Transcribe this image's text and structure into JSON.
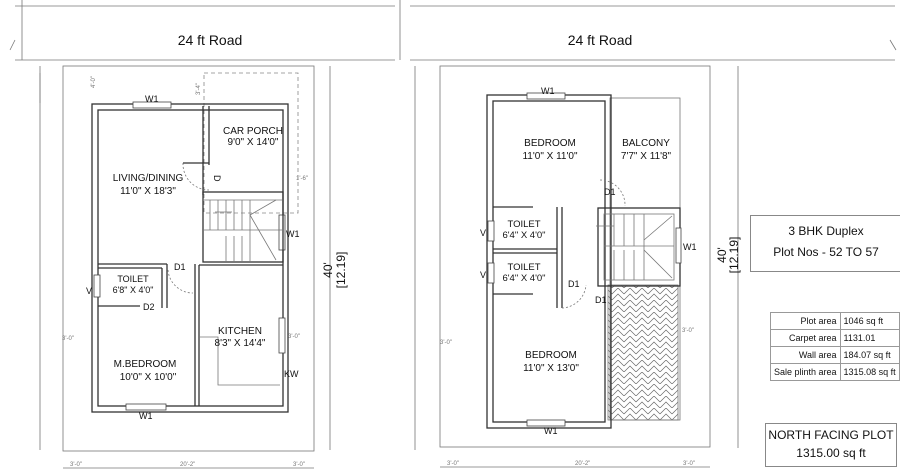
{
  "roads": {
    "left": "24 ft Road",
    "right": "24 ft Road"
  },
  "ground_floor": {
    "rooms": [
      {
        "name": "CAR PORCH",
        "size": "9'0\" X 14'0\""
      },
      {
        "name": "LIVING/DINING",
        "size": "11'0\" X 18'3\""
      },
      {
        "name": "TOILET",
        "size": "6'8\" X 4'0\""
      },
      {
        "name": "KITCHEN",
        "size": "8'3\" X 14'4\""
      },
      {
        "name": "M.BEDROOM",
        "size": "10'0\" X 10'0\""
      }
    ],
    "tags": {
      "w1_top": "W1",
      "w1_right": "W1",
      "w1_bottom": "W1",
      "d": "D",
      "d1": "D1",
      "d2": "D2",
      "v": "V",
      "kw": "KW"
    },
    "height_dim": "40'",
    "height_dim_m": "[12.19]",
    "dims": {
      "left": "3'-0\"",
      "bottom_left": "3'-0\"",
      "bottom_mid": "20'-2\"",
      "bottom_right": "3'-0\"",
      "right_kitchen": "3'-0\"",
      "top_left": "4'-0\"",
      "top_mid": "3'-4\"",
      "porch_side": "1'-6\""
    }
  },
  "first_floor": {
    "rooms": [
      {
        "name": "BEDROOM",
        "size": "11'0\" X 11'0\""
      },
      {
        "name": "BALCONY",
        "size": "7'7\" X 11'8\""
      },
      {
        "name": "TOILET",
        "size": "6'4\" X 4'0\""
      },
      {
        "name": "TOILET",
        "size": "6'4\" X 4'0\""
      },
      {
        "name": "BEDROOM",
        "size": "11'0\" X 13'0\""
      }
    ],
    "tags": {
      "w1_top": "W1",
      "w1_right": "W1",
      "w1_bottom": "W1",
      "d1_a": "D1",
      "d1_b": "D1",
      "d1_c": "D1",
      "v1": "V",
      "v2": "V"
    },
    "height_dim": "40'",
    "height_dim_m": "[12.19]",
    "dims": {
      "left": "3'-0\"",
      "bottom_left": "3'-0\"",
      "bottom_mid": "20'-2\"",
      "bottom_right": "3'-0\"",
      "right": "3'-0\""
    }
  },
  "title_box": {
    "line1": "3 BHK Duplex",
    "line2": "Plot Nos - 52 TO 57"
  },
  "area_table": [
    {
      "label": "Plot area",
      "value": "1046 sq ft"
    },
    {
      "label": "Carpet area",
      "value": "1131.01"
    },
    {
      "label": "Wall area",
      "value": "184.07 sq ft"
    },
    {
      "label": "Sale plinth area",
      "value": "1315.08 sq ft"
    }
  ],
  "facing_box": {
    "line1": "NORTH FACING PLOT",
    "line2": "1315.00 sq ft"
  }
}
